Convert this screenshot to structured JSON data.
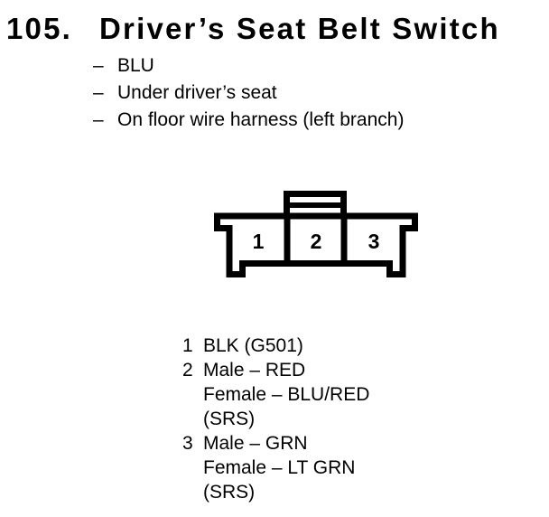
{
  "title": {
    "number": "105.",
    "text": "Driver’s Seat Belt Switch"
  },
  "details": [
    {
      "dash": "–",
      "text": "BLU"
    },
    {
      "dash": "–",
      "text": "Under driver’s seat"
    },
    {
      "dash": "–",
      "text": "On floor wire harness (left branch)"
    }
  ],
  "connector": {
    "type": "3-cavity connector, male, viewed from terminal side",
    "cavities": [
      "1",
      "2",
      "3"
    ]
  },
  "legend": [
    {
      "pin": "1",
      "lines": [
        "BLK (G501)"
      ]
    },
    {
      "pin": "2",
      "lines": [
        "Male – RED",
        "Female – BLU/RED",
        "(SRS)"
      ]
    },
    {
      "pin": "3",
      "lines": [
        "Male – GRN",
        "Female – LT GRN",
        "(SRS)"
      ]
    }
  ],
  "colors": {
    "ink": "#000000",
    "paper": "#ffffff"
  }
}
